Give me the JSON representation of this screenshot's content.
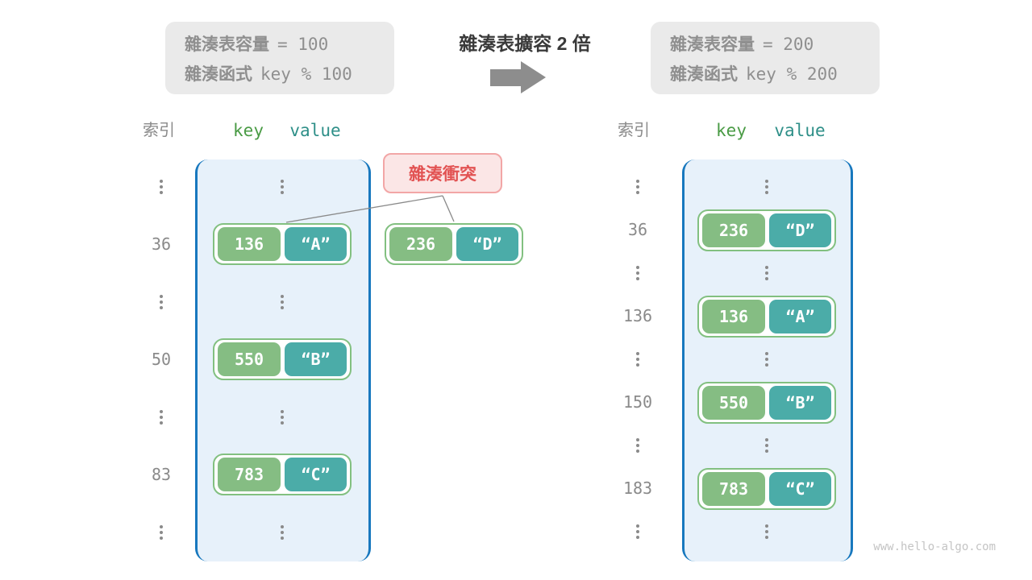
{
  "top": {
    "before_box": {
      "line1_label": "雜湊表容量",
      "line1_code": "= 100",
      "line2_label": "雜湊函式",
      "line2_code": "key % 100"
    },
    "title": "雜湊表擴容 2 倍",
    "after_box": {
      "line1_label": "雜湊表容量",
      "line1_code": "= 200",
      "line2_label": "雜湊函式",
      "line2_code": "key % 200"
    }
  },
  "collision": {
    "label": "雜湊衝突"
  },
  "left_table": {
    "headers": {
      "index": "索引",
      "key": "key",
      "value": "value"
    },
    "indices": [
      "36",
      "50",
      "83"
    ],
    "pairs": [
      {
        "key": "136",
        "value": "“A”"
      },
      {
        "key": "550",
        "value": "“B”"
      },
      {
        "key": "783",
        "value": "“C”"
      }
    ]
  },
  "extra_pair": {
    "key": "236",
    "value": "“D”"
  },
  "right_table": {
    "headers": {
      "index": "索引",
      "key": "key",
      "value": "value"
    },
    "indices": [
      "36",
      "136",
      "150",
      "183"
    ],
    "pairs": [
      {
        "key": "236",
        "value": "“D”"
      },
      {
        "key": "136",
        "value": "“A”"
      },
      {
        "key": "550",
        "value": "“B”"
      },
      {
        "key": "783",
        "value": "“C”"
      }
    ]
  },
  "watermark": "www.hello-algo.com",
  "colors": {
    "bucket_border": "#1878be",
    "bucket_fill": "#e7f1fa",
    "key_fill": "#85bd83",
    "value_fill": "#4baca8",
    "pair_border": "#82c080",
    "collision_text": "#e25353",
    "collision_fill": "#fbe6e6",
    "info_box_fill": "#eaeaea",
    "muted_text": "#8a8a8a"
  }
}
